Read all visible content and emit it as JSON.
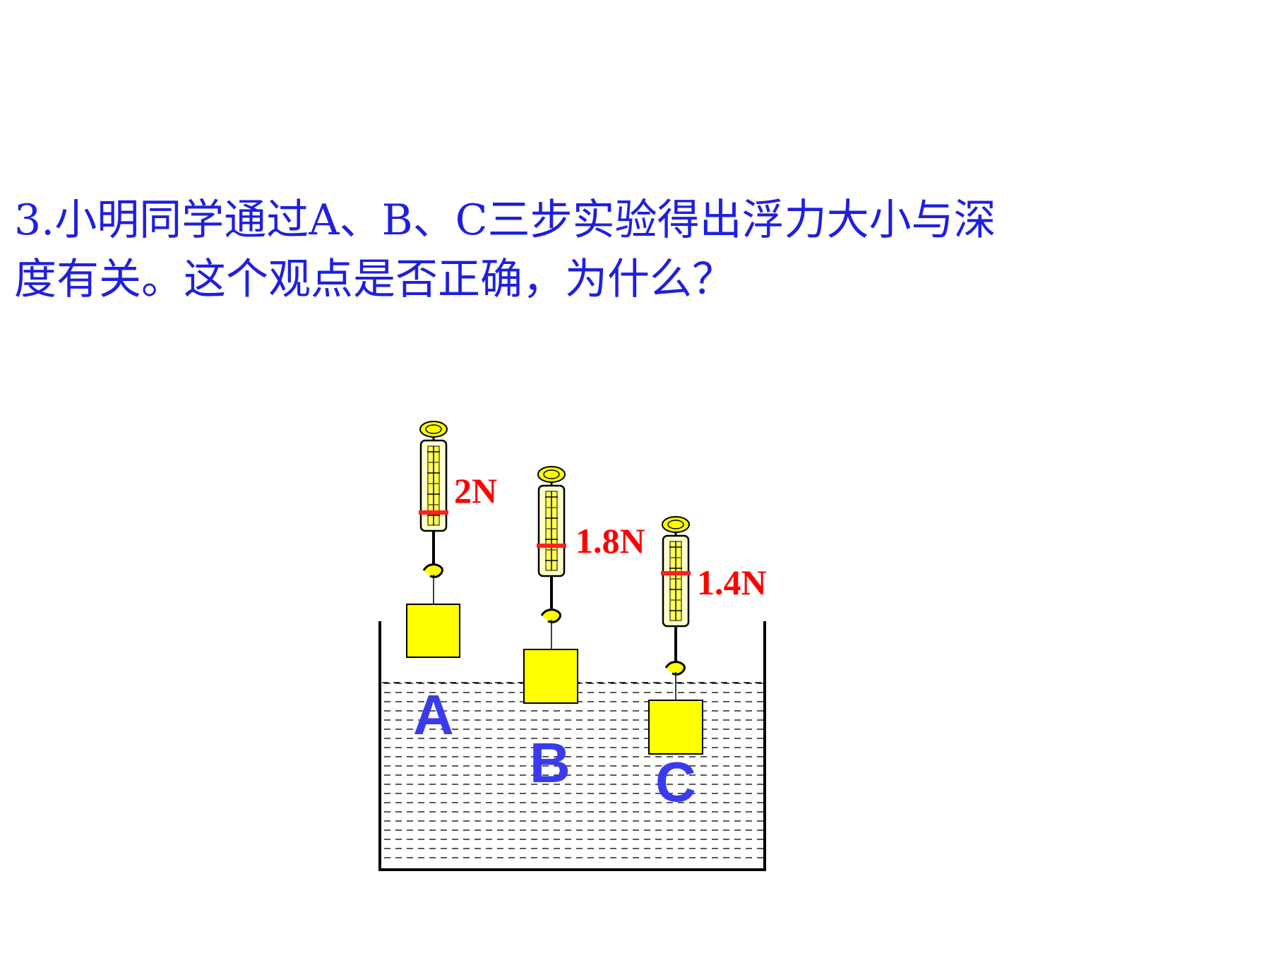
{
  "question": {
    "line1": "3.小明同学通过A、B、C三步实验得出浮力大小与深",
    "line2": "度有关。这个观点是否正确，为什么？"
  },
  "colors": {
    "text": "#1f1fe0",
    "reading": "#ff0000",
    "label": "#3a3aee",
    "block": "#ffff00",
    "scale_body": "#ffffcc"
  },
  "experiment": {
    "steps": [
      {
        "label": "A",
        "reading": "2N",
        "value_N": 2.0,
        "submerged": false
      },
      {
        "label": "B",
        "reading": "1.8N",
        "value_N": 1.8,
        "submerged": "partial"
      },
      {
        "label": "C",
        "reading": "1.4N",
        "value_N": 1.4,
        "submerged": true
      }
    ]
  }
}
